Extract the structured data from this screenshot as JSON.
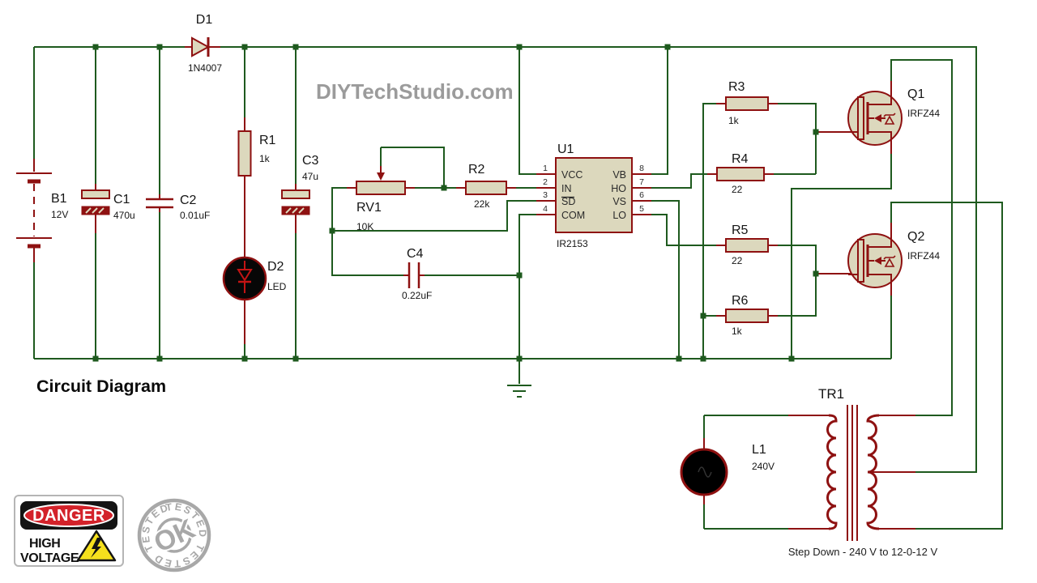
{
  "page": {
    "title": "Circuit Diagram",
    "watermark": "DIYTechStudio.com"
  },
  "components": {
    "b1": {
      "ref": "B1",
      "value": "12V"
    },
    "c1": {
      "ref": "C1",
      "value": "470u"
    },
    "c2": {
      "ref": "C2",
      "value": "0.01uF"
    },
    "c3": {
      "ref": "C3",
      "value": "47u"
    },
    "c4": {
      "ref": "C4",
      "value": "0.22uF"
    },
    "d1": {
      "ref": "D1",
      "value": "1N4007"
    },
    "d2": {
      "ref": "D2",
      "value": "LED"
    },
    "r1": {
      "ref": "R1",
      "value": "1k"
    },
    "r2": {
      "ref": "R2",
      "value": "22k"
    },
    "r3": {
      "ref": "R3",
      "value": "1k"
    },
    "r4": {
      "ref": "R4",
      "value": "22"
    },
    "r5": {
      "ref": "R5",
      "value": "22"
    },
    "r6": {
      "ref": "R6",
      "value": "1k"
    },
    "rv1": {
      "ref": "RV1",
      "value": "10K"
    },
    "u1": {
      "ref": "U1",
      "value": "IR2153",
      "pins_left": [
        "VCC",
        "IN",
        "SD",
        "COM"
      ],
      "pin_numbers_left": [
        "1",
        "2",
        "3",
        "4"
      ],
      "pins_right": [
        "VB",
        "HO",
        "VS",
        "LO"
      ],
      "pin_numbers_right": [
        "8",
        "7",
        "6",
        "5"
      ]
    },
    "q1": {
      "ref": "Q1",
      "value": "IRFZ44"
    },
    "q2": {
      "ref": "Q2",
      "value": "IRFZ44"
    },
    "l1": {
      "ref": "L1",
      "value": "240V"
    },
    "tr1": {
      "ref": "TR1",
      "note": "Step Down - 240 V to 12-0-12 V"
    }
  },
  "danger_sign": {
    "word": "DANGER",
    "line1": "HIGH",
    "line2": "VOLTAGE"
  },
  "stamp": {
    "ring_text": "TESTED TESTED TESTED",
    "center_text": "OK"
  },
  "colors": {
    "wire_green": "#1e5a1e",
    "component_red": "#8e1111",
    "component_fill": "#dcd8bd",
    "danger_red": "#d3222a",
    "warning_yellow": "#f5e01d",
    "stamp_gray": "#a8a8a8",
    "watermark_gray": "#9b9b9b"
  }
}
